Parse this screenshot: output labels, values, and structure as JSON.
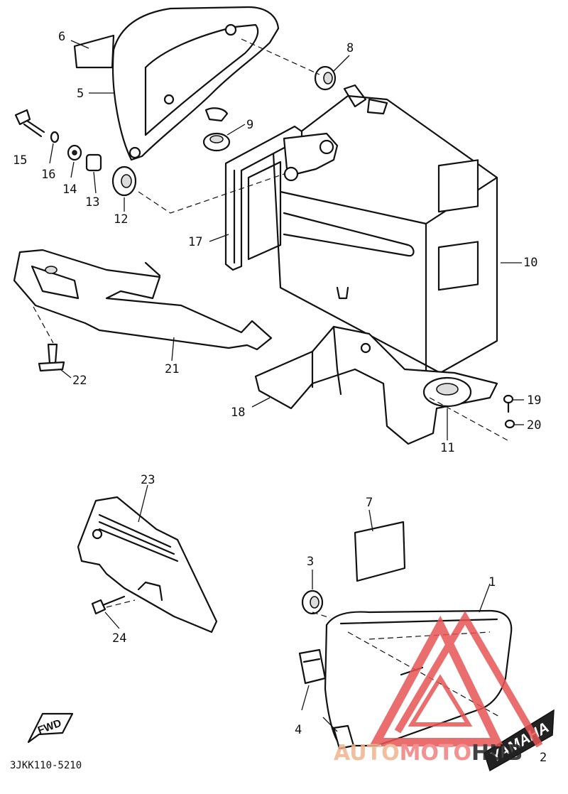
{
  "diagram_code": "3JKK110-5210",
  "fwd_label": "FWD",
  "yamaha_emblem_text": "YAMAHA",
  "watermark": {
    "part1": "AUTO",
    "part2": "MOTO",
    "part3": "HUB",
    "color": "#e85555",
    "color_light": "#f2b38c"
  },
  "callouts": [
    "1",
    "2",
    "3",
    "4",
    "5",
    "6",
    "7",
    "8",
    "9",
    "10",
    "11",
    "12",
    "13",
    "14",
    "15",
    "16",
    "17",
    "18",
    "19",
    "20",
    "21",
    "22",
    "23",
    "24"
  ]
}
